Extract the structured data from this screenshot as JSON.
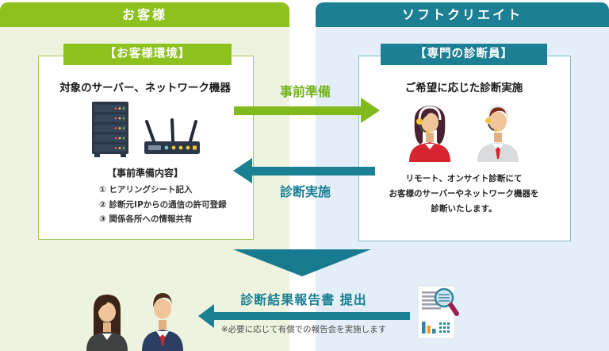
{
  "colors": {
    "green": "#8cc11e",
    "green_arrow": "#82ba1d",
    "teal": "#1c7f93",
    "teal_arrow": "#1b8094",
    "panel_green_bg": "#edf3de",
    "panel_blue_bg": "#e4eef8",
    "note_gray": "#4a4a4a",
    "accent_red": "#d6252e",
    "accent_orange": "#f0a231"
  },
  "left_panel": {
    "header": "お客様",
    "env_box": {
      "tab": "【お客様環境】",
      "title": "対象のサーバー、ネットワーク機器",
      "icons": [
        "server-icon",
        "router-icon"
      ],
      "prep_title": "【事前準備内容】",
      "prep_items": [
        "① ヒアリングシート記入",
        "② 診断元IPからの通信の許可登録",
        "③ 関係各所への情報共有"
      ]
    }
  },
  "right_panel": {
    "header": "ソフトクリエイト",
    "staff_box": {
      "tab": "【専門の診断員】",
      "title": "ご希望に応じた診断実施",
      "icons": [
        "female-operator-icon",
        "male-operator-icon"
      ],
      "desc_lines": [
        "リモート、オンサイト診断にて",
        "お客様のサーバーやネットワーク機器を",
        "診断いたします。"
      ]
    }
  },
  "flows": {
    "prep_label": "事前準備",
    "diagnose_label": "診断実施",
    "report_label": "診断結果報告書 提出",
    "report_note": "※必要に応じて有償での報告会を実施します"
  },
  "bottom": {
    "icons": [
      "female-customer-icon",
      "male-customer-icon",
      "report-document-icon"
    ]
  }
}
